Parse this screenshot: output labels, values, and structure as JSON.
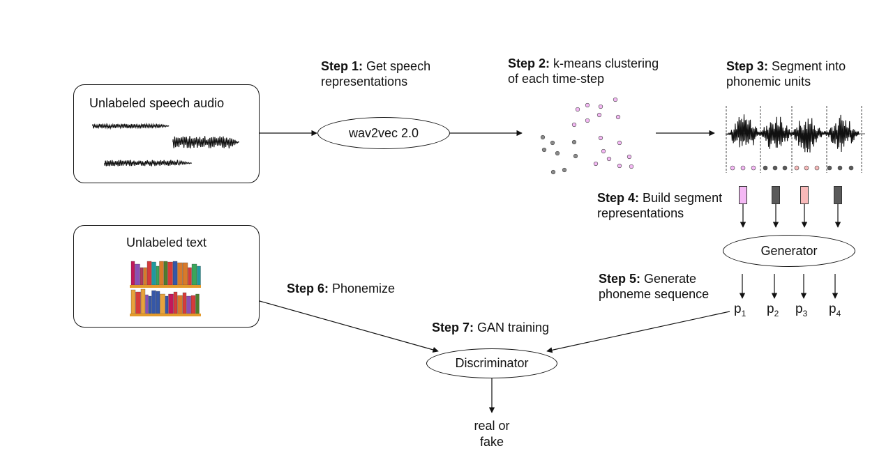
{
  "boxes": {
    "speech": {
      "title": "Unlabeled speech audio"
    },
    "text": {
      "title": "Unlabeled text"
    }
  },
  "nodes": {
    "wav2vec": "wav2vec 2.0",
    "generator": "Generator",
    "discriminator": "Discriminator"
  },
  "steps": [
    {
      "bold": "Step 1:",
      "line1": " Get speech",
      "line2": "representations"
    },
    {
      "bold": "Step 2:",
      "line1": " k-means clustering",
      "line2": "of each time-step"
    },
    {
      "bold": "Step 3:",
      "line1": " Segment into",
      "line2": "phonemic units"
    },
    {
      "bold": "Step 4:",
      "line1": " Build segment",
      "line2": "representations"
    },
    {
      "bold": "Step 5:",
      "line1": " Generate",
      "line2": "phoneme sequence"
    },
    {
      "bold": "Step 6:",
      "line1": " Phonemize",
      "line2": ""
    },
    {
      "bold": "Step 7:",
      "line1": " GAN training",
      "line2": ""
    }
  ],
  "phonemes": [
    {
      "base": "p",
      "sub": "1"
    },
    {
      "base": "p",
      "sub": "2"
    },
    {
      "base": "p",
      "sub": "3"
    },
    {
      "base": "p",
      "sub": "4"
    }
  ],
  "output": {
    "line1": "real or",
    "line2": "fake"
  },
  "colors": {
    "pink": "#f4b8f4",
    "salmon": "#f8b9b9",
    "gray": "#5a5a5a",
    "dotGray": "#8a8a8a"
  }
}
